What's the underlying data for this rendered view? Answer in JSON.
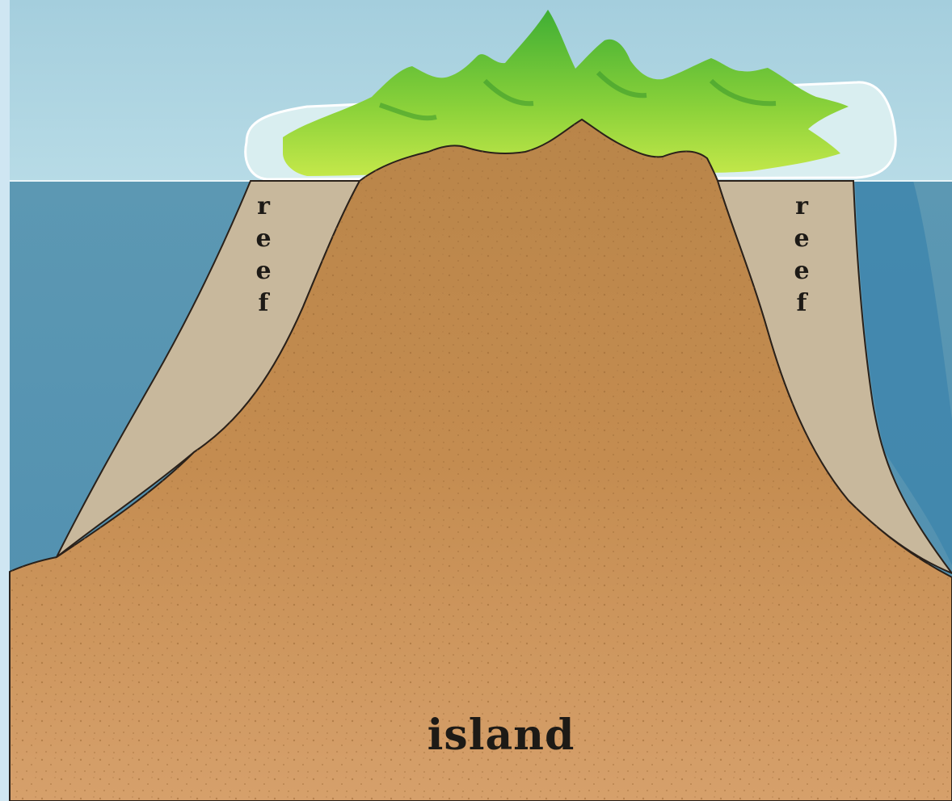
{
  "labels": {
    "reef_left": "reef",
    "reef_right": "reef",
    "island": "island"
  },
  "colors": {
    "sky": "#a9d0de",
    "ocean": "#5f9bb4",
    "ocean_deep": "#3f86ad",
    "reef": "#c8b89c",
    "island": "#c98f52",
    "vegetation": "#7fcf3a",
    "lagoon": "#d9eef0",
    "frame": "#cfe6f2"
  }
}
